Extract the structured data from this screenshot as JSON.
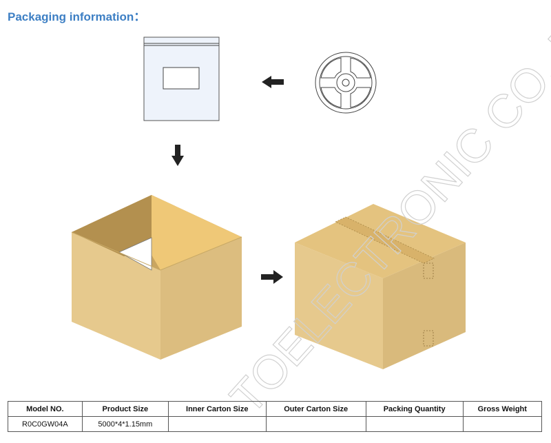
{
  "header": {
    "title": "Packaging information："
  },
  "watermark": {
    "text": "TOELECTRONIC CO.,LTD"
  },
  "table": {
    "headers": [
      "Model NO.",
      "Product Size",
      "Inner Carton Size",
      "Outer Carton Size",
      "Packing Quantity",
      "Gross Weight"
    ],
    "row": [
      "R0C0GW04A",
      "5000*4*1.15mm",
      "",
      "",
      "",
      ""
    ]
  }
}
